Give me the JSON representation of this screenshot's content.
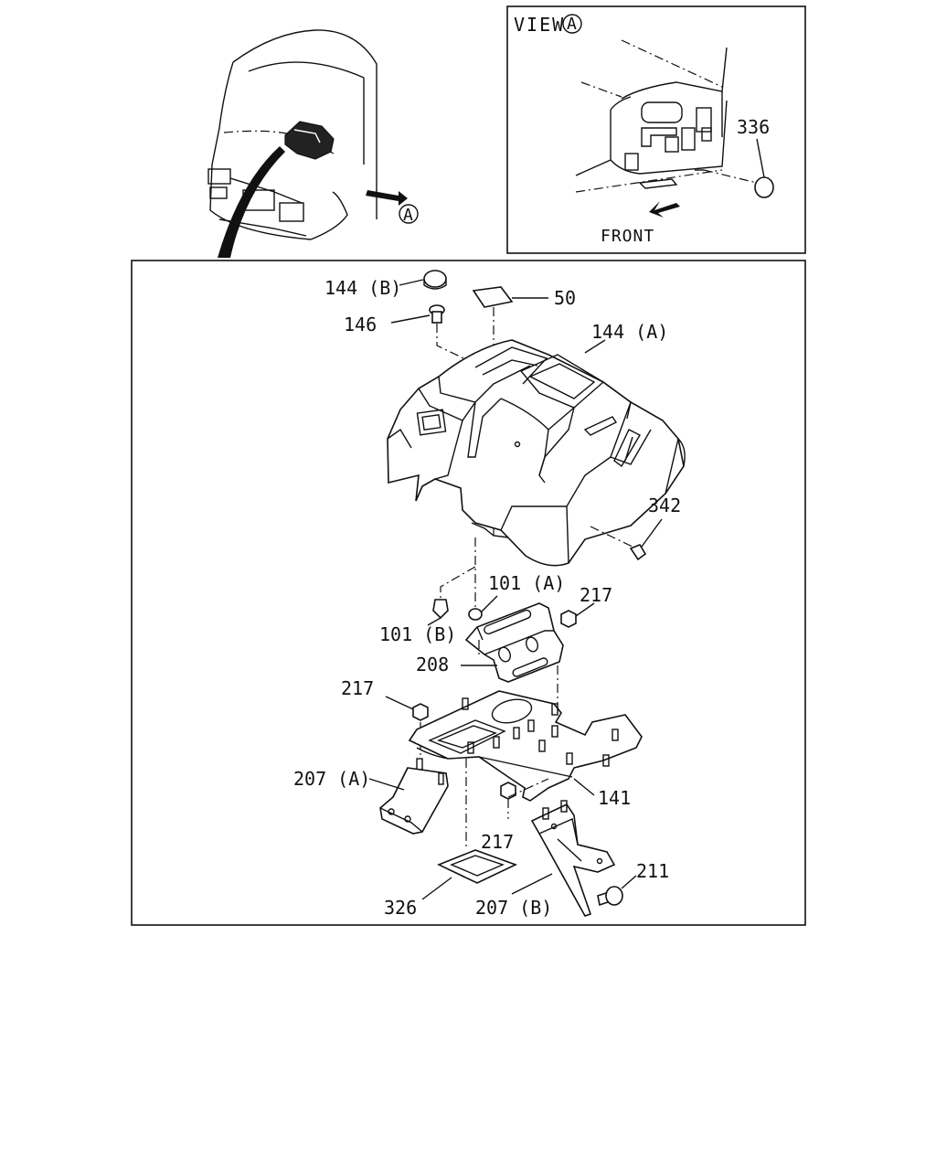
{
  "view_box": {
    "title": "VIEW",
    "marker": "A",
    "front_label": "FRONT",
    "part_336": "336"
  },
  "cab": {
    "marker": "A"
  },
  "parts": {
    "p144b": "144 (B)",
    "p50": "50",
    "p146": "146",
    "p144a": "144 (A)",
    "p342": "342",
    "p101a": "101 (A)",
    "p217a": "217",
    "p101b": "101 (B)",
    "p208": "208",
    "p217b": "217",
    "p207a": "207 (A)",
    "p141": "141",
    "p217c": "217",
    "p211": "211",
    "p326": "326",
    "p207b": "207 (B)"
  }
}
